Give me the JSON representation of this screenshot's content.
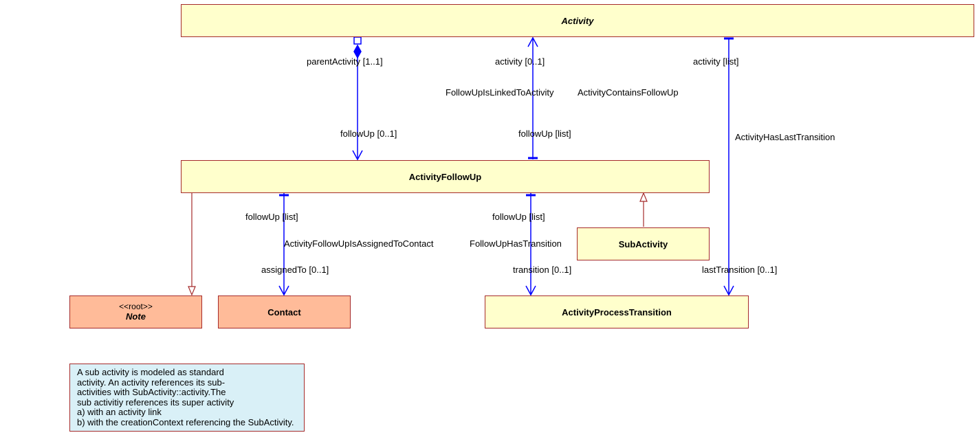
{
  "classes": {
    "activity": "Activity",
    "activity_follow_up": "ActivityFollowUp",
    "sub_activity": "SubActivity",
    "note": {
      "stereotype": "<<root>>",
      "name": "Note"
    },
    "contact": "Contact",
    "activity_process_transition": "ActivityProcessTransition"
  },
  "associations": {
    "parent": {
      "source_role": "parentActivity [1..1]",
      "target_role": "followUp [0..1]"
    },
    "linked": {
      "source_role": "activity [0..1]",
      "name": "FollowUpIsLinkedToActivity",
      "target_role": "followUp [list]",
      "name2": "ActivityContainsFollowUp"
    },
    "last_transition": {
      "source_role": "activity [list]",
      "name": "ActivityHasLastTransition",
      "target_role": "lastTransition [0..1]"
    },
    "assigned": {
      "source_role": "followUp [list]",
      "name": "ActivityFollowUpIsAssignedToContact",
      "target_role": "assignedTo [0..1]"
    },
    "transition": {
      "source_role": "followUp [list]",
      "name": "FollowUpHasTransition",
      "target_role": "transition [0..1]"
    }
  },
  "comment_lines": [
    "A sub activity is modeled as standard",
    "activity. An activity references its sub-",
    "activities with SubActivity::activity.The",
    "sub activitiy references its super activity",
    "a) with an activity link",
    "b) with the creationContext referencing the SubActivity."
  ],
  "colors": {
    "association": "#0000ff",
    "generalization": "#a52a2a",
    "class_fill": "#ffffcc",
    "root_fill": "#ffbb99",
    "note_fill": "#d9f0f7"
  }
}
